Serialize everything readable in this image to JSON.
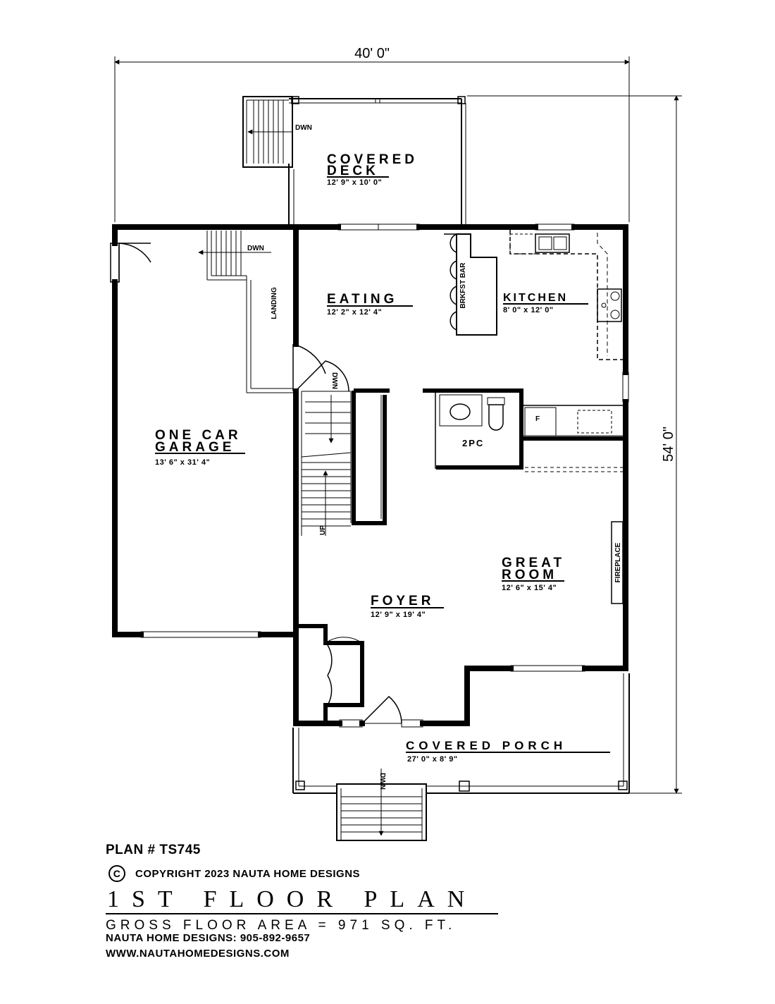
{
  "dimensions": {
    "width_overall": "40' 0\"",
    "depth_overall": "54' 0\""
  },
  "rooms": {
    "covered_deck": {
      "name_line1": "COVERED",
      "name_line2": "DECK",
      "size": "12' 9\" x 10' 0\""
    },
    "eating": {
      "name": "EATING",
      "size": "12' 2\" x 12' 4\""
    },
    "kitchen": {
      "name": "KITCHEN",
      "size": "8' 0\" x 12' 0\""
    },
    "garage": {
      "name_line1": "ONE CAR",
      "name_line2": "GARAGE",
      "size": "13' 6\" x 31' 4\""
    },
    "powder": {
      "name": "2PC"
    },
    "great_room": {
      "name_line1": "GREAT",
      "name_line2": "ROOM",
      "size": "12' 6\" x 15' 4\""
    },
    "foyer": {
      "name": "FOYER",
      "size": "12' 9\" x 19' 4\""
    },
    "covered_porch": {
      "name": "COVERED PORCH",
      "size": "27' 0\" x 8' 9\""
    }
  },
  "annotations": {
    "deck_stairs": "DWN",
    "garage_stairs": "DWN",
    "landing": "LANDING",
    "basement_stairs": "DWN",
    "main_stairs_up": "UP",
    "brkfst_bar": "BRKFST BAR",
    "fridge": "F",
    "fireplace": "FIREPLACE",
    "porch_stairs": "DWN"
  },
  "title_block": {
    "plan_number": "PLAN # TS745",
    "copyright_symbol": "C",
    "copyright": "COPYRIGHT 2023 NAUTA HOME DESIGNS",
    "floor_title": "1ST FLOOR PLAN",
    "gross_area": "GROSS FLOOR AREA = 971 SQ. FT.",
    "phone": "NAUTA HOME DESIGNS: 905-892-9657",
    "website": "WWW.NAUTAHOMEDESIGNS.COM"
  }
}
